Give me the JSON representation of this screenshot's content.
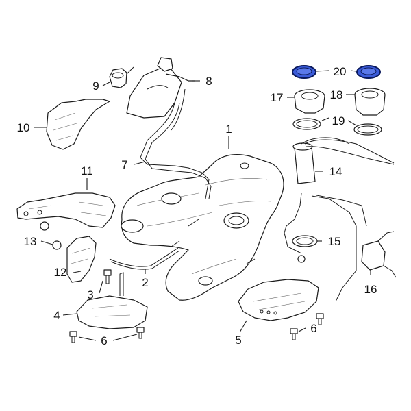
{
  "callouts": [
    {
      "id": "1",
      "text": "1"
    },
    {
      "id": "2",
      "text": "2"
    },
    {
      "id": "3",
      "text": "3"
    },
    {
      "id": "4",
      "text": "4"
    },
    {
      "id": "5",
      "text": "5"
    },
    {
      "id": "6a",
      "text": "6"
    },
    {
      "id": "6b",
      "text": "6"
    },
    {
      "id": "7",
      "text": "7"
    },
    {
      "id": "8",
      "text": "8"
    },
    {
      "id": "9",
      "text": "9"
    },
    {
      "id": "10",
      "text": "10"
    },
    {
      "id": "11",
      "text": "11"
    },
    {
      "id": "12",
      "text": "12"
    },
    {
      "id": "13",
      "text": "13"
    },
    {
      "id": "14",
      "text": "14"
    },
    {
      "id": "15",
      "text": "15"
    },
    {
      "id": "16",
      "text": "16"
    },
    {
      "id": "17",
      "text": "17"
    },
    {
      "id": "18",
      "text": "18"
    },
    {
      "id": "19",
      "text": "19"
    },
    {
      "id": "20",
      "text": "20"
    }
  ],
  "colors": {
    "highlight": "#3a5bd9",
    "line": "#1a1a1a",
    "background": "#ffffff"
  }
}
